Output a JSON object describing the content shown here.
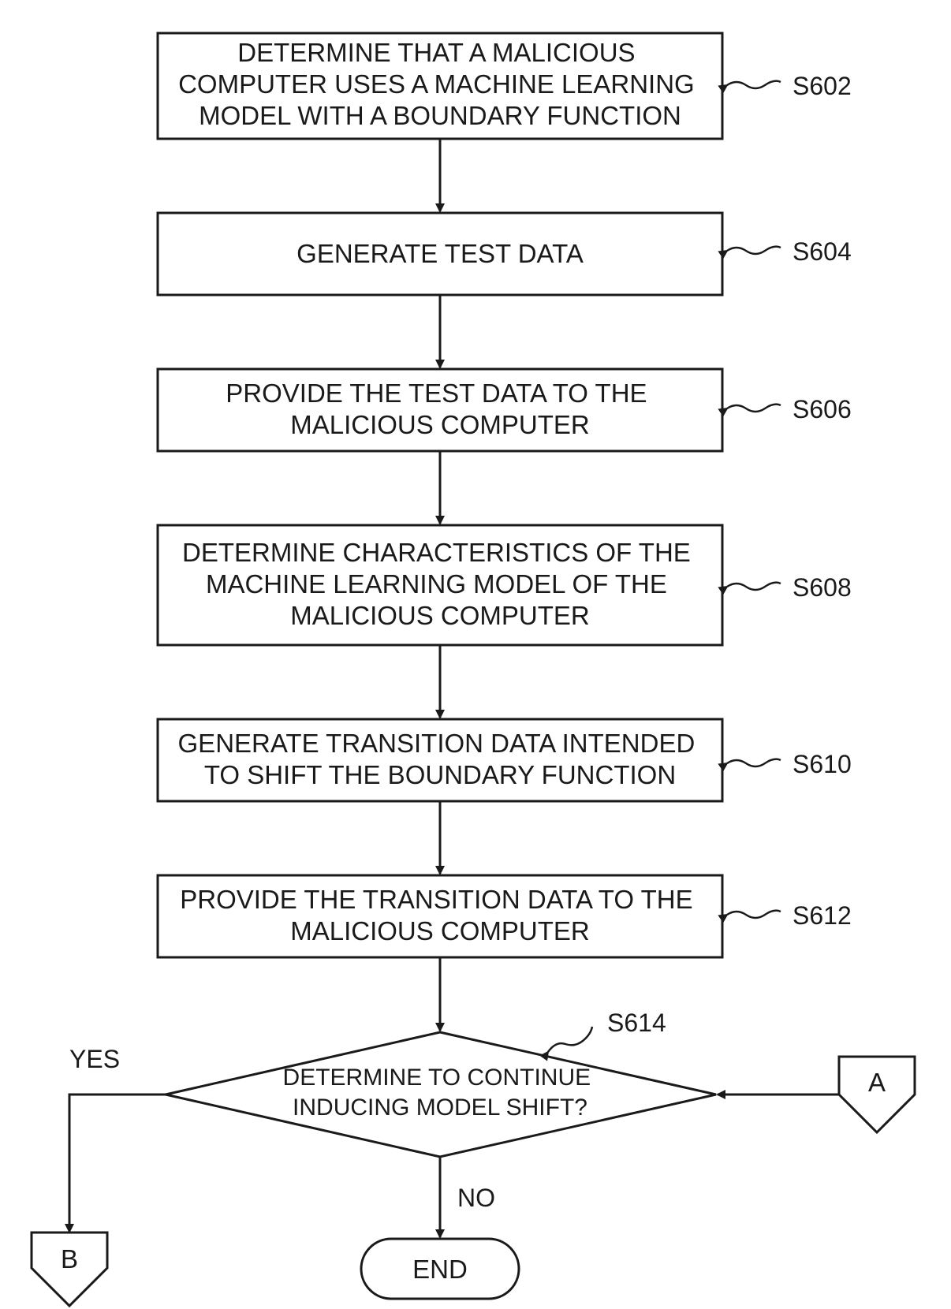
{
  "steps": [
    {
      "id": "S602",
      "lines": [
        "DETERMINE THAT A MALICIOUS",
        "COMPUTER USES A MACHINE LEARNING",
        "MODEL WITH A BOUNDARY FUNCTION"
      ]
    },
    {
      "id": "S604",
      "lines": [
        "GENERATE TEST DATA"
      ]
    },
    {
      "id": "S606",
      "lines": [
        "PROVIDE THE TEST DATA TO THE",
        "MALICIOUS COMPUTER"
      ]
    },
    {
      "id": "S608",
      "lines": [
        "DETERMINE CHARACTERISTICS OF THE",
        "MACHINE LEARNING MODEL OF THE",
        "MALICIOUS COMPUTER"
      ]
    },
    {
      "id": "S610",
      "lines": [
        "GENERATE TRANSITION DATA INTENDED",
        "TO SHIFT THE BOUNDARY FUNCTION"
      ]
    },
    {
      "id": "S612",
      "lines": [
        "PROVIDE THE TRANSITION DATA TO THE",
        "MALICIOUS COMPUTER"
      ]
    }
  ],
  "decision": {
    "id": "S614",
    "lines": [
      "DETERMINE TO CONTINUE",
      "INDUCING MODEL SHIFT?"
    ],
    "yes_label": "YES",
    "no_label": "NO"
  },
  "connectors": {
    "a": "A",
    "b": "B"
  },
  "end_label": "END"
}
